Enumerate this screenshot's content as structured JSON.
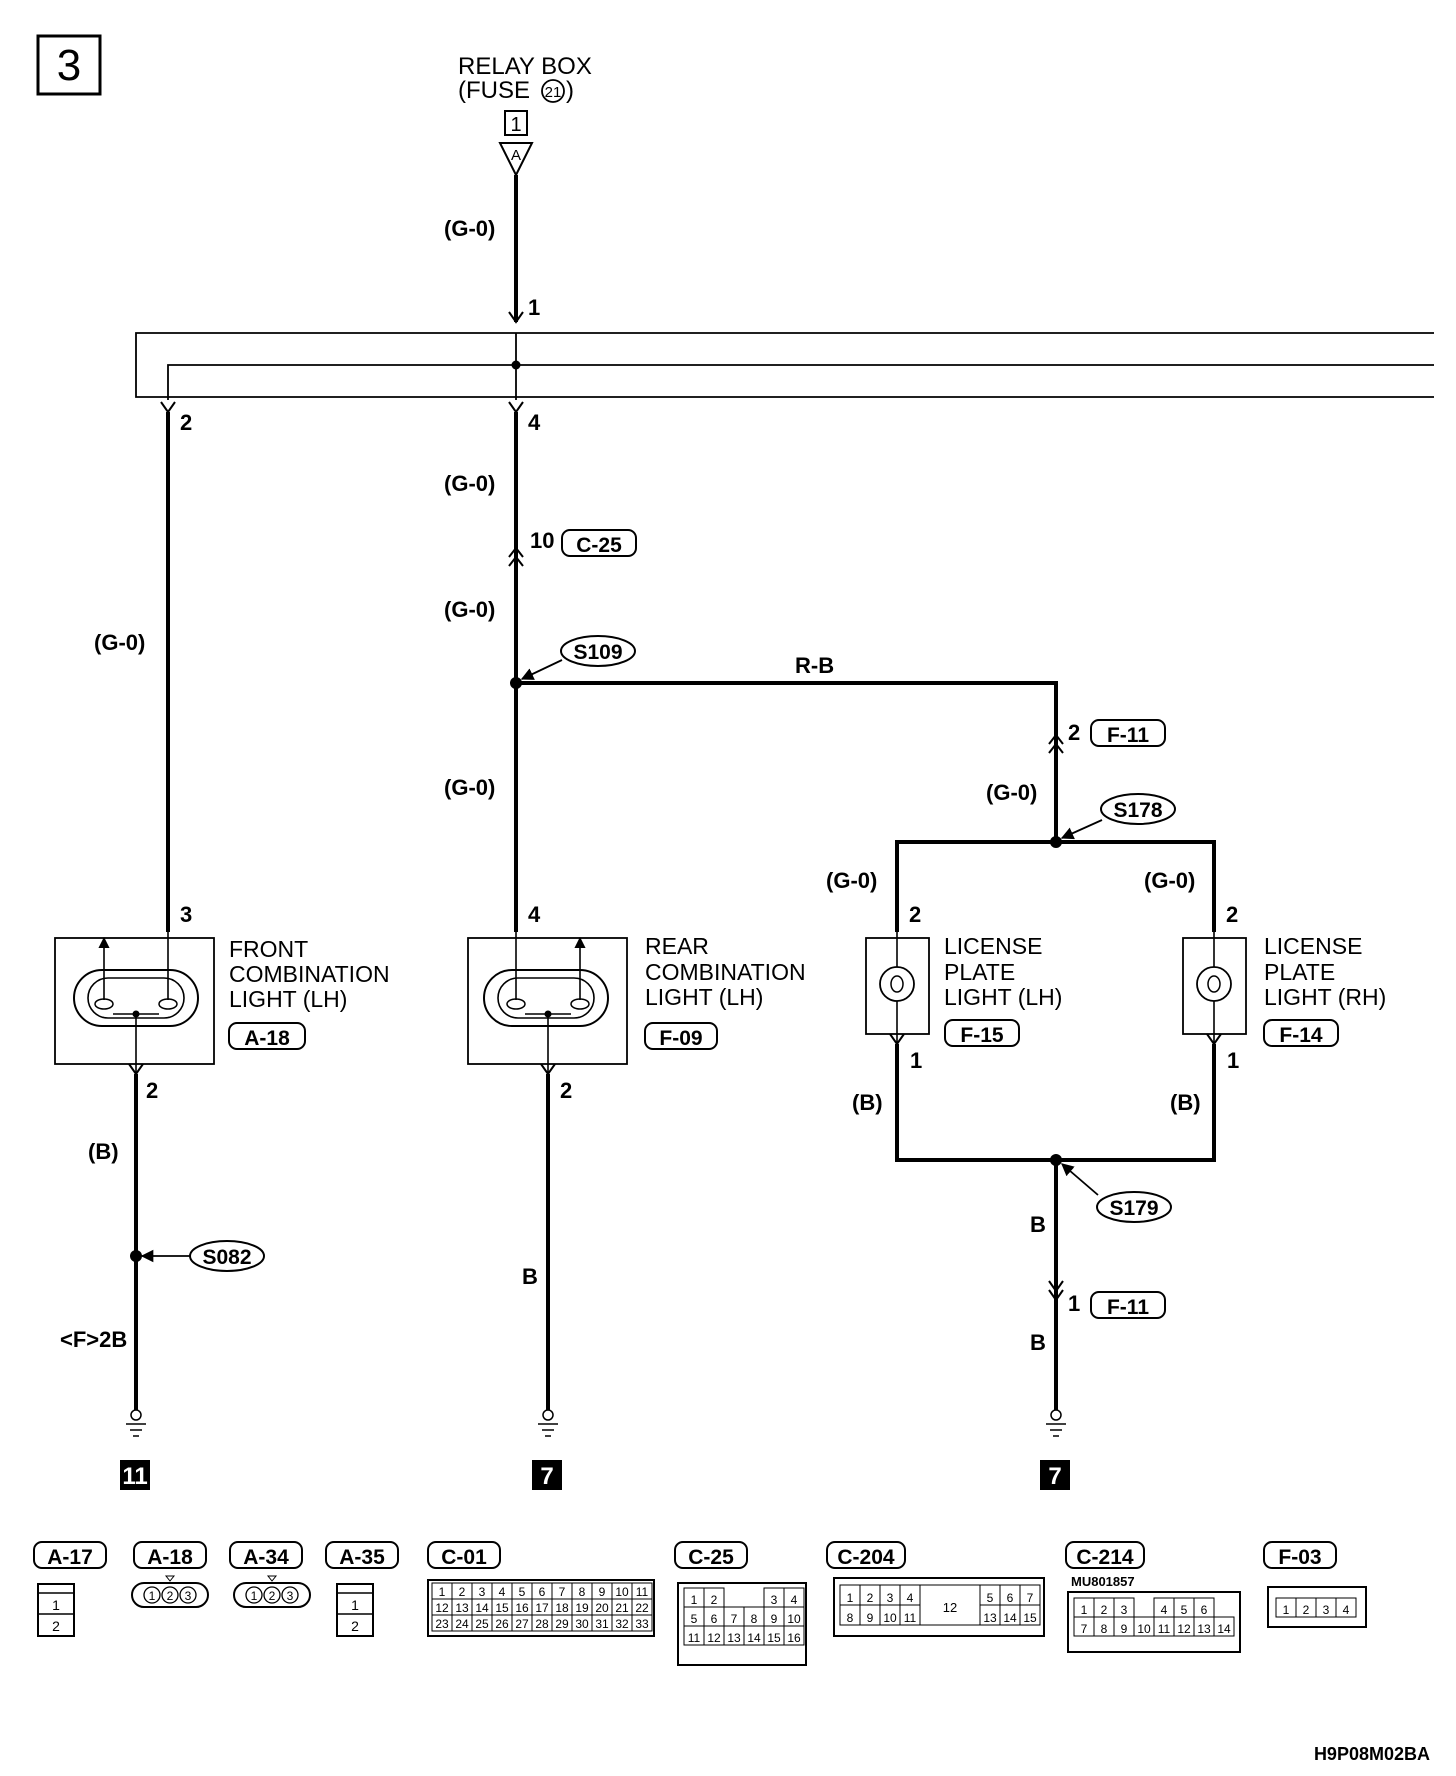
{
  "page": {
    "number": "3",
    "drawing_code": "H9P08M02BA"
  },
  "source": {
    "line1": "RELAY BOX",
    "line2a": "(FUSE",
    "fuse_no": "21",
    "line2b": ")",
    "connector_no": "1",
    "terminal_letter": "A"
  },
  "junction": {
    "pin_in": "1",
    "pin_left": "2",
    "pin_mid": "4"
  },
  "wires": {
    "g0": "(G-0)",
    "rb": "R-B",
    "b_paren": "(B)",
    "b": "B",
    "f2b": "<F>2B"
  },
  "connectors": {
    "c25_pin": "10",
    "c25": "C-25",
    "f11_top_pin": "2",
    "f11_bot_pin": "1",
    "f11": "F-11"
  },
  "splices": {
    "s109": "S109",
    "s178": "S178",
    "s179": "S179",
    "s082": "S082"
  },
  "components": {
    "front_lh": {
      "l1": "FRONT",
      "l2": "COMBINATION",
      "l3": "LIGHT (LH)",
      "code": "A-18",
      "pin_in": "3",
      "pin_out": "2"
    },
    "rear_lh": {
      "l1": "REAR",
      "l2": "COMBINATION",
      "l3": "LIGHT (LH)",
      "code": "F-09",
      "pin_in": "4",
      "pin_out": "2"
    },
    "plate_lh": {
      "l1": "LICENSE",
      "l2": "PLATE",
      "l3": "LIGHT (LH)",
      "code": "F-15",
      "pin_in": "2",
      "pin_out": "1"
    },
    "plate_rh": {
      "l1": "LICENSE",
      "l2": "PLATE",
      "l3": "LIGHT (RH)",
      "code": "F-14",
      "pin_in": "2",
      "pin_out": "1"
    }
  },
  "grounds": {
    "g1": "11",
    "g2": "7",
    "g3": "7"
  },
  "connector_legend": {
    "labels": [
      "A-17",
      "A-18",
      "A-34",
      "A-35",
      "C-01",
      "C-25",
      "C-204",
      "C-214",
      "F-03"
    ],
    "part_no": "MU801857"
  },
  "colors": {
    "ink": "#000000",
    "paper": "#ffffff"
  }
}
